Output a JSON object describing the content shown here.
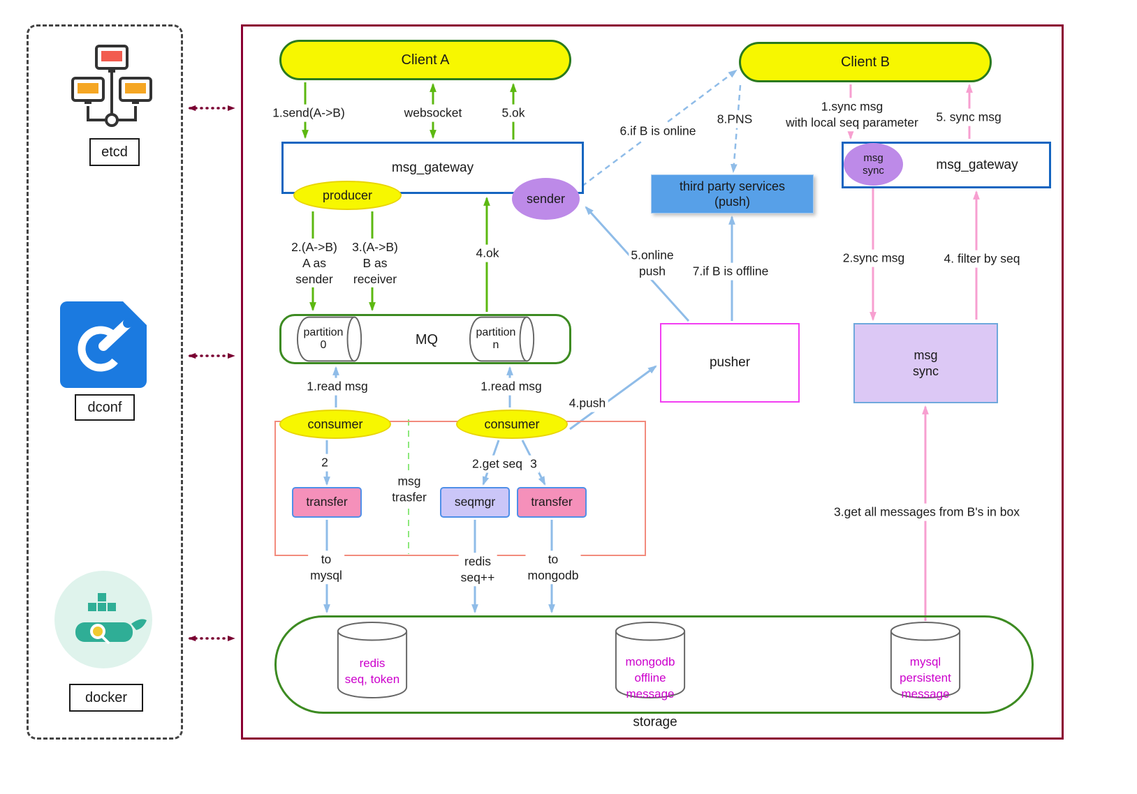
{
  "colors": {
    "frame_border": "#8b0032",
    "client_fill": "#f7f700",
    "client_border": "#2a7a1e",
    "gateway_border": "#1565c0",
    "sender_fill": "#bd8ae8",
    "third_party_fill": "#57a0e8",
    "pusher_border": "#f23ff2",
    "msg_sync_fill": "#dcc8f5",
    "transfer_fill": "#f590ba",
    "seqmgr_fill": "#cbc6f8",
    "mq_border": "#3d8b22",
    "storage_border": "#3d8b22",
    "green_arrow": "#5cb811",
    "blue_arrow": "#8fbce8",
    "pink_arrow": "#f79fd0",
    "dotted_arrow": "#7a0032",
    "db_text": "#cc00cc"
  },
  "left_panel": {
    "items": [
      "etcd",
      "dconf",
      "docker"
    ]
  },
  "nodes": {
    "client_a": "Client A",
    "client_b": "Client B",
    "msg_gateway_a": "msg_gateway",
    "msg_gateway_b": "msg_gateway",
    "producer": "producer",
    "sender": "sender",
    "third_party": "third party services\n(push)",
    "pusher": "pusher",
    "msg_sync_ellipse": "msg\nsync",
    "msg_sync_box": "msg\nsync",
    "mq": "MQ",
    "partition_0": "partition\n0",
    "partition_n": "partition\nn",
    "consumer_left": "consumer",
    "consumer_right": "consumer",
    "transfer_left": "transfer",
    "seqmgr": "seqmgr",
    "transfer_right": "transfer",
    "storage": "storage",
    "redis": "redis\nseq, token",
    "mongodb": "mongodb\noffline\nmessage",
    "mysql": "mysql\npersistent\nmessage"
  },
  "edge_labels": {
    "send": "1.send(A->B)",
    "websocket": "websocket",
    "ok5": "5.ok",
    "a_as_sender": "2.(A->B)\nA as\nsender",
    "b_as_receiver": "3.(A->B)\nB as\nreceiver",
    "ok4": "4.ok",
    "if_b_online": "6.if B is online",
    "pns": "8.PNS",
    "sync_msg_local": "1.sync msg\nwith local seq parameter",
    "sync_msg5": "5. sync msg",
    "online_push": "5.online\npush",
    "if_b_offline": "7.if B is offline",
    "sync_msg2": "2.sync msg",
    "filter_by_seq": "4. filter by seq",
    "read_msg_left": "1.read msg",
    "read_msg_right": "1.read msg",
    "push4": "4.push",
    "two": "2",
    "get_seq": "2.get seq",
    "three": "3",
    "msg_trasfer": "msg\ntrasfer",
    "to_mysql": "to\nmysql",
    "redis_seq": "redis\nseq++",
    "to_mongodb": "to\nmongodb",
    "get_all": "3.get all messages from B's in box"
  }
}
